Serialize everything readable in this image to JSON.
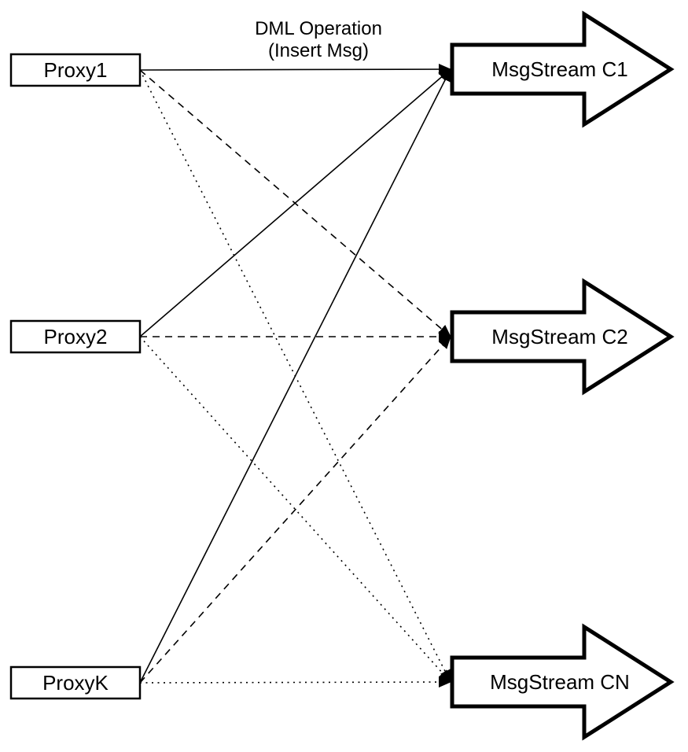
{
  "diagram": {
    "annotation": {
      "line1": "DML Operation",
      "line2": "(Insert Msg)"
    },
    "proxies": [
      {
        "id": "proxy1",
        "label": "Proxy1"
      },
      {
        "id": "proxy2",
        "label": "Proxy2"
      },
      {
        "id": "proxyK",
        "label": "ProxyK"
      }
    ],
    "streams": [
      {
        "id": "c1",
        "label": "MsgStream C1"
      },
      {
        "id": "c2",
        "label": "MsgStream C2"
      },
      {
        "id": "cn",
        "label": "MsgStream CN"
      }
    ],
    "edges": [
      {
        "from": "proxy1",
        "to": "c1",
        "style": "solid"
      },
      {
        "from": "proxy1",
        "to": "c2",
        "style": "dashed"
      },
      {
        "from": "proxy1",
        "to": "cn",
        "style": "dotted"
      },
      {
        "from": "proxy2",
        "to": "c1",
        "style": "solid"
      },
      {
        "from": "proxy2",
        "to": "c2",
        "style": "dashed"
      },
      {
        "from": "proxy2",
        "to": "cn",
        "style": "dotted"
      },
      {
        "from": "proxyK",
        "to": "c1",
        "style": "solid"
      },
      {
        "from": "proxyK",
        "to": "c2",
        "style": "dashed"
      },
      {
        "from": "proxyK",
        "to": "cn",
        "style": "dotted"
      }
    ],
    "colors": {
      "line": "#000000",
      "node_fill": "#ffffff",
      "background": "#ffffff"
    }
  }
}
